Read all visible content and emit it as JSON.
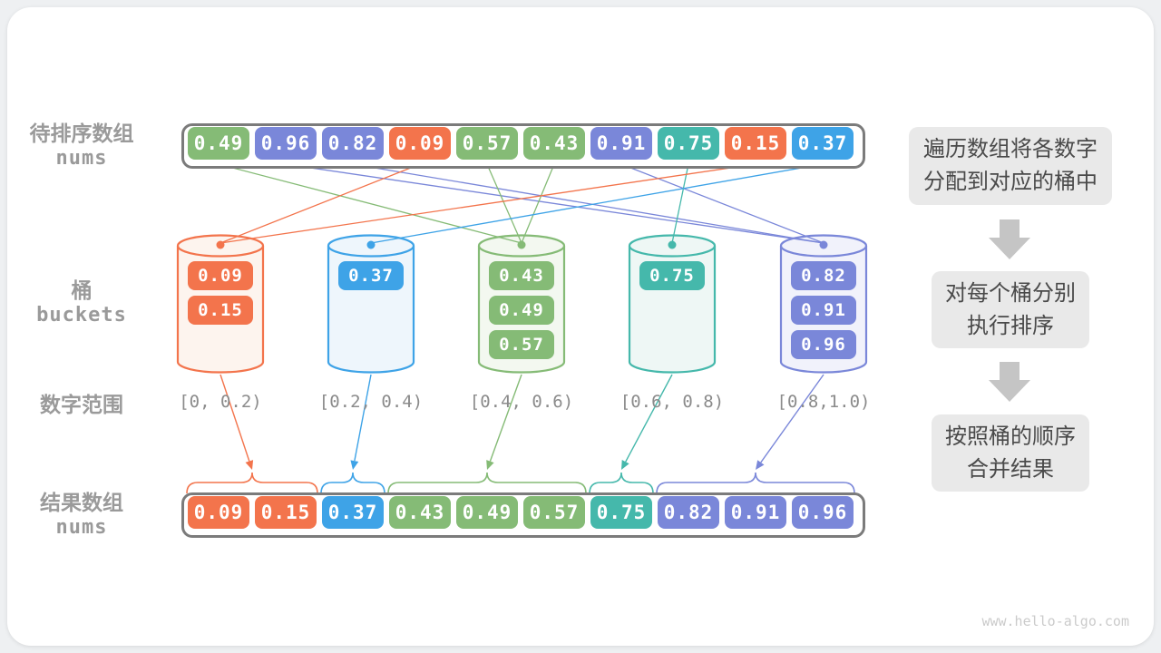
{
  "colors": {
    "orange": "#F3744C",
    "orange_light": "#FDF4EE",
    "blue": "#3EA3E7",
    "blue_light": "#EEF6FC",
    "green": "#85BB76",
    "green_light": "#F3F8F0",
    "teal": "#45B8AB",
    "teal_light": "#EEF7F5",
    "indigo": "#7A87D9",
    "indigo_light": "#F1F2FB",
    "container_border": "#7B7B7B",
    "label_gray": "#9A9A9A",
    "range_gray": "#8B8B8B",
    "step_bg": "#E9E9E9",
    "step_text": "#4A4A4A",
    "flow_arrow": "#C5C5C5",
    "watermark": "#CBCBCB"
  },
  "input_array": {
    "label": "待排序数组",
    "sublabel": "nums",
    "cells": [
      {
        "value": "0.49",
        "color": "green"
      },
      {
        "value": "0.96",
        "color": "indigo"
      },
      {
        "value": "0.82",
        "color": "indigo"
      },
      {
        "value": "0.09",
        "color": "orange"
      },
      {
        "value": "0.57",
        "color": "green"
      },
      {
        "value": "0.43",
        "color": "green"
      },
      {
        "value": "0.91",
        "color": "indigo"
      },
      {
        "value": "0.75",
        "color": "teal"
      },
      {
        "value": "0.15",
        "color": "orange"
      },
      {
        "value": "0.37",
        "color": "blue"
      }
    ]
  },
  "buckets": {
    "label": "桶",
    "sublabel": "buckets",
    "items": [
      {
        "color": "orange",
        "values": [
          "0.09",
          "0.15"
        ],
        "range": "[0, 0.2)"
      },
      {
        "color": "blue",
        "values": [
          "0.37"
        ],
        "range": "[0.2, 0.4)"
      },
      {
        "color": "green",
        "values": [
          "0.43",
          "0.49",
          "0.57"
        ],
        "range": "[0.4, 0.6)"
      },
      {
        "color": "teal",
        "values": [
          "0.75"
        ],
        "range": "[0.6, 0.8)"
      },
      {
        "color": "indigo",
        "values": [
          "0.82",
          "0.91",
          "0.96"
        ],
        "range": "[0.8,1.0)"
      }
    ]
  },
  "ranges": {
    "label": "数字范围"
  },
  "result_array": {
    "label": "结果数组",
    "sublabel": "nums",
    "groups": [
      {
        "color": "orange",
        "values": [
          "0.09",
          "0.15"
        ]
      },
      {
        "color": "blue",
        "values": [
          "0.37"
        ]
      },
      {
        "color": "green",
        "values": [
          "0.43",
          "0.49",
          "0.57"
        ]
      },
      {
        "color": "teal",
        "values": [
          "0.75"
        ]
      },
      {
        "color": "indigo",
        "values": [
          "0.82",
          "0.91",
          "0.96"
        ]
      }
    ]
  },
  "flow_steps": [
    {
      "lines": [
        "遍历数组将各数字",
        "分配到对应的桶中"
      ]
    },
    {
      "lines": [
        "对每个桶分别",
        "执行排序"
      ]
    },
    {
      "lines": [
        "按照桶的顺序",
        "合并结果"
      ]
    }
  ],
  "watermark": "www.hello-algo.com"
}
